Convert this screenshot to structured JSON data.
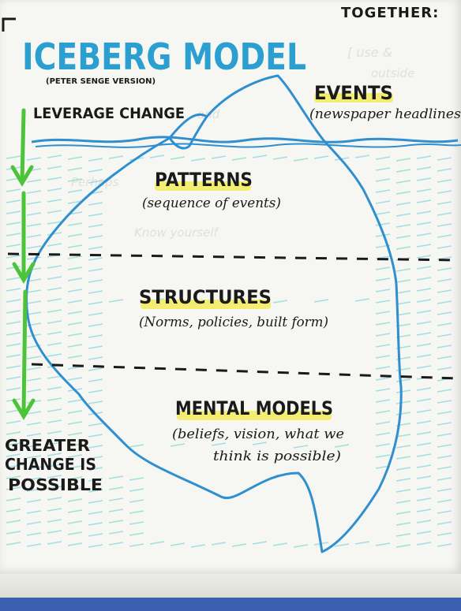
{
  "colors": {
    "iceberg_outline": "#2f8fcf",
    "water_hatch": "#7fd6dc",
    "arrow_green": "#4cc43a",
    "highlight": "#f2ec5a",
    "ink": "#1a1a1a"
  },
  "diagram": {
    "corner_text": "TOGETHER:",
    "title": "ICEBERG MODEL",
    "subtitle": "(PETER SENGE VERSION)",
    "leverage_label": "LEVERAGE CHANGE",
    "greater_change": [
      "GREATER",
      "CHANGE IS",
      "POSSIBLE"
    ],
    "levels": [
      {
        "name": "EVENTS",
        "description": "(newspaper headlines"
      },
      {
        "name": "PATTERNS",
        "description": "(sequence of events)"
      },
      {
        "name": "STRUCTURES",
        "description": "(Norms, policies, built form)"
      },
      {
        "name": "MENTAL MODELS",
        "description": [
          "(beliefs, vision, what we",
          "think is possible)"
        ]
      }
    ]
  }
}
